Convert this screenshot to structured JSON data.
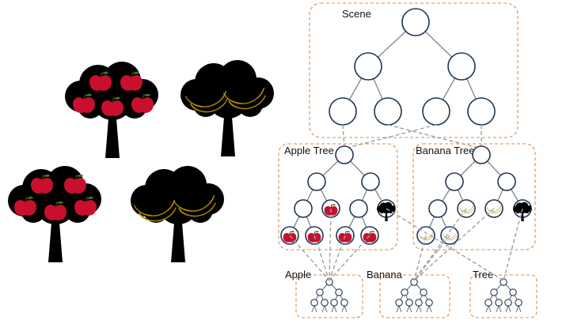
{
  "labels": {
    "scene": "Scene",
    "apple_tree": "Apple Tree",
    "banana_tree": "Banana Tree",
    "apple": "Apple",
    "banana": "Banana",
    "tree": "Tree"
  },
  "colors": {
    "box_border": "#e08a45",
    "node_stroke": "#1f3556",
    "edge": "#8a8a8a",
    "apple": "#c8102e",
    "banana": "#f5c400",
    "tree": "#000000"
  },
  "illustrations": [
    {
      "name": "apple-tree-illustration",
      "fruit": "apple"
    },
    {
      "name": "banana-tree-illustration",
      "fruit": "banana"
    },
    {
      "name": "apple-tree-illustration",
      "fruit": "apple"
    },
    {
      "name": "banana-tree-illustration",
      "fruit": "banana"
    }
  ],
  "icons": [
    "apple-icon",
    "banana-icon",
    "tree-icon"
  ]
}
